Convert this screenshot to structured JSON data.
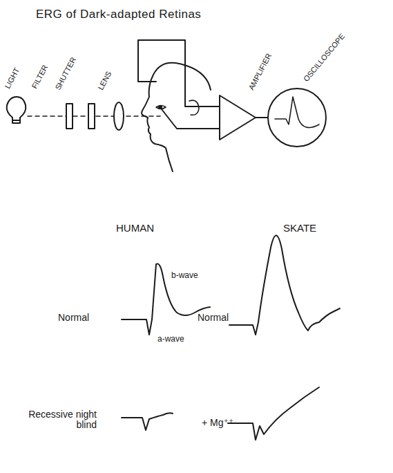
{
  "diagram": {
    "title": "ERG of Dark-adapted Retinas",
    "labels": [
      "LIGHT",
      "FILTER",
      "SHUTTER",
      "LENS",
      "AMPLIFIER",
      "OSCILLOSCOPE",
      "HUMAN",
      "SKATE",
      "Normal",
      "b-wave",
      "a-wave",
      "Normal",
      "Recessive night blind",
      "+ Mg⁺⁺"
    ]
  }
}
